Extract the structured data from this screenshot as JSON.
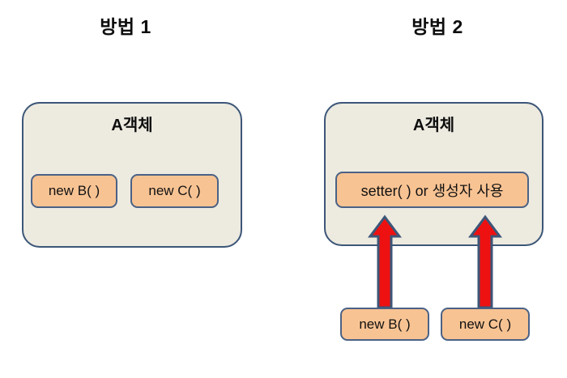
{
  "diagram": {
    "type": "concept-diagram",
    "background_color": "#ffffff",
    "panels": [
      {
        "id": "method-1",
        "title": "방법 1",
        "container": {
          "label": "A객체",
          "fill_color": "#edeae0",
          "border_color": "#3c5678",
          "inner_boxes": [
            {
              "label": "new B( )",
              "fill_color": "#f8c393",
              "border_color": "#4a6285"
            },
            {
              "label": "new C( )",
              "fill_color": "#f8c393",
              "border_color": "#4a6285"
            }
          ]
        }
      },
      {
        "id": "method-2",
        "title": "방법 2",
        "container": {
          "label": "A객체",
          "fill_color": "#edeae0",
          "border_color": "#3c5678",
          "inner_boxes": [
            {
              "label": "setter( ) or 생성자 사용",
              "fill_color": "#f8c393",
              "border_color": "#4a6285"
            }
          ]
        },
        "external_boxes": [
          {
            "label": "new B( )",
            "fill_color": "#f8c393",
            "border_color": "#4a6285"
          },
          {
            "label": "new C( )",
            "fill_color": "#f8c393",
            "border_color": "#4a6285"
          }
        ],
        "arrows": [
          {
            "name": "arrow-b",
            "direction": "up",
            "from": "new B( )",
            "to": "setter( ) or 생성자 사용",
            "fill_color": "#ee1111",
            "border_color": "#3c5678"
          },
          {
            "name": "arrow-c",
            "direction": "up",
            "from": "new C( )",
            "to": "setter( ) or 생성자 사용",
            "fill_color": "#ee1111",
            "border_color": "#3c5678"
          }
        ]
      }
    ]
  },
  "colors": {
    "container_fill": "#edeae0",
    "container_border": "#3c5678",
    "box_fill": "#f8c393",
    "box_border": "#4a6285",
    "arrow_fill": "#ee1111",
    "arrow_border": "#3c5678",
    "text": "#111111"
  }
}
